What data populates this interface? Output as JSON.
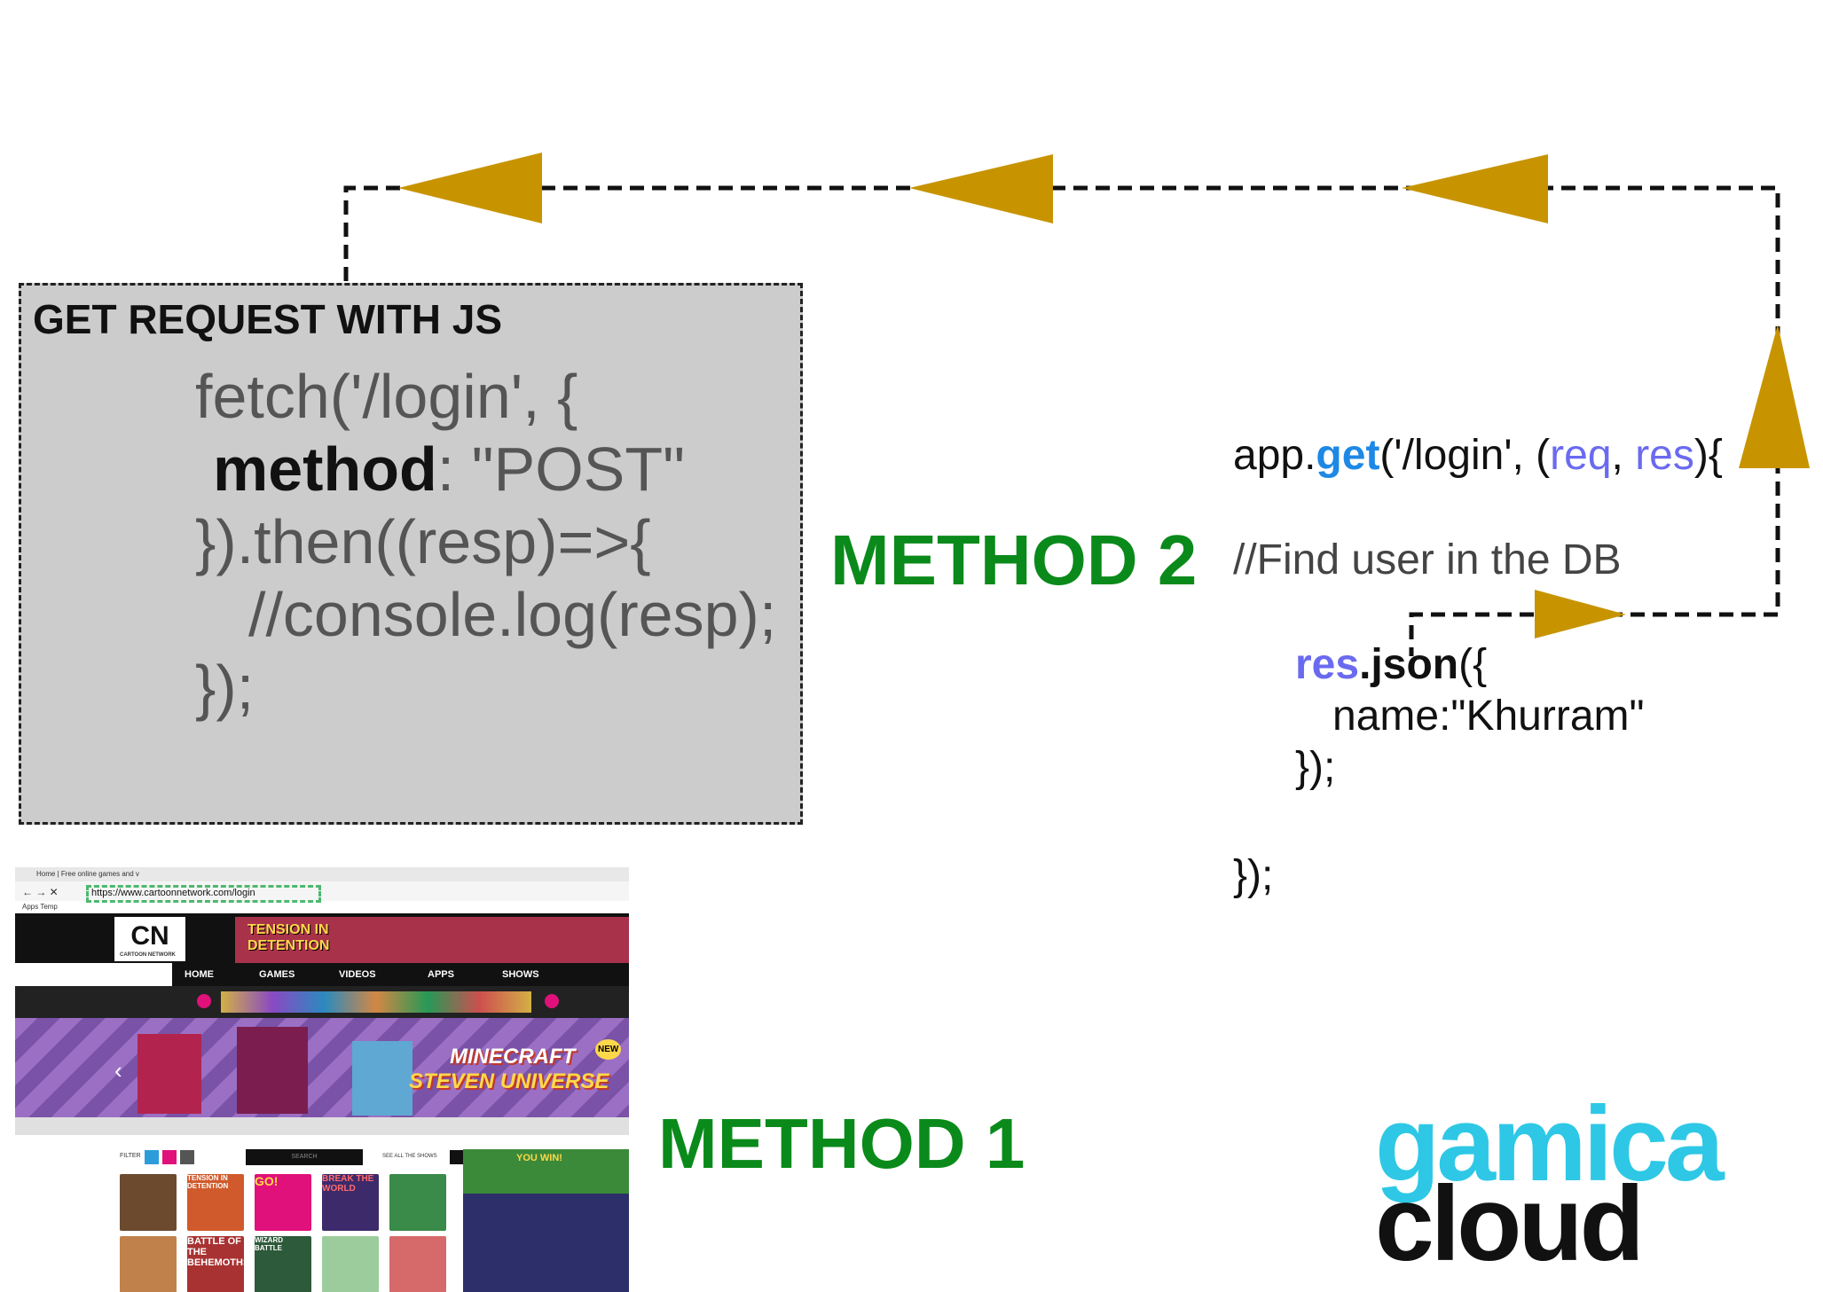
{
  "request_box": {
    "title": "GET REQUEST WITH JS",
    "code": {
      "line1": "fetch('/login', {",
      "line2_key": "method",
      "line2_rest": ": \"POST\"",
      "line3": "}).then((resp)=>{",
      "line4": "//console.log(resp);",
      "line5": "});"
    }
  },
  "methods": {
    "method2": "METHOD 2",
    "method1": "METHOD 1"
  },
  "server_code": {
    "l1_app": "app.",
    "l1_get": "get",
    "l1_path": "('/login', (",
    "l1_req": "req",
    "l1_comma": ", ",
    "l1_res": "res",
    "l1_end": "){",
    "comment": "//Find user in the DB",
    "l3_res": "res",
    "l3_json": ".json",
    "l3_end": "({",
    "l4": "name:\"Khurram\"",
    "l5": "});",
    "l6": "});"
  },
  "screenshot": {
    "tab_title": "Home | Free online games and v",
    "url": "https://www.cartoonnetwork.com/login",
    "bookmarks": "Apps   Temp",
    "logo": "CN",
    "logo_sub": "CARTOON NETWORK",
    "banner_text": "TENSION IN DETENTION",
    "nav": [
      "HOME",
      "GAMES",
      "VIDEOS",
      "APPS",
      "SHOWS"
    ],
    "hero_title_1": "MINECRAFT",
    "hero_title_2": "STEVEN UNIVERSE",
    "hero_badge": "NEW",
    "filter_label": "FILTER",
    "search_placeholder": "SEARCH",
    "see_all": "SEE ALL THE SHOWS",
    "side_ad_text": "YOU WIN!",
    "thumb_labels": [
      "",
      "TENSION IN DETENTION",
      "GO!",
      "BREAK THE WORLD",
      "",
      "",
      "BATTLE OF THE BEHEMOTHS",
      "WIZARD BATTLE",
      "",
      ""
    ]
  },
  "logo": {
    "line1": "gamica",
    "line2": "cloud"
  },
  "colors": {
    "arrow": "#c79400",
    "method_green": "#0a8a1a",
    "box_gray": "#cccccc",
    "logo_cyan": "#2ec8e6"
  }
}
